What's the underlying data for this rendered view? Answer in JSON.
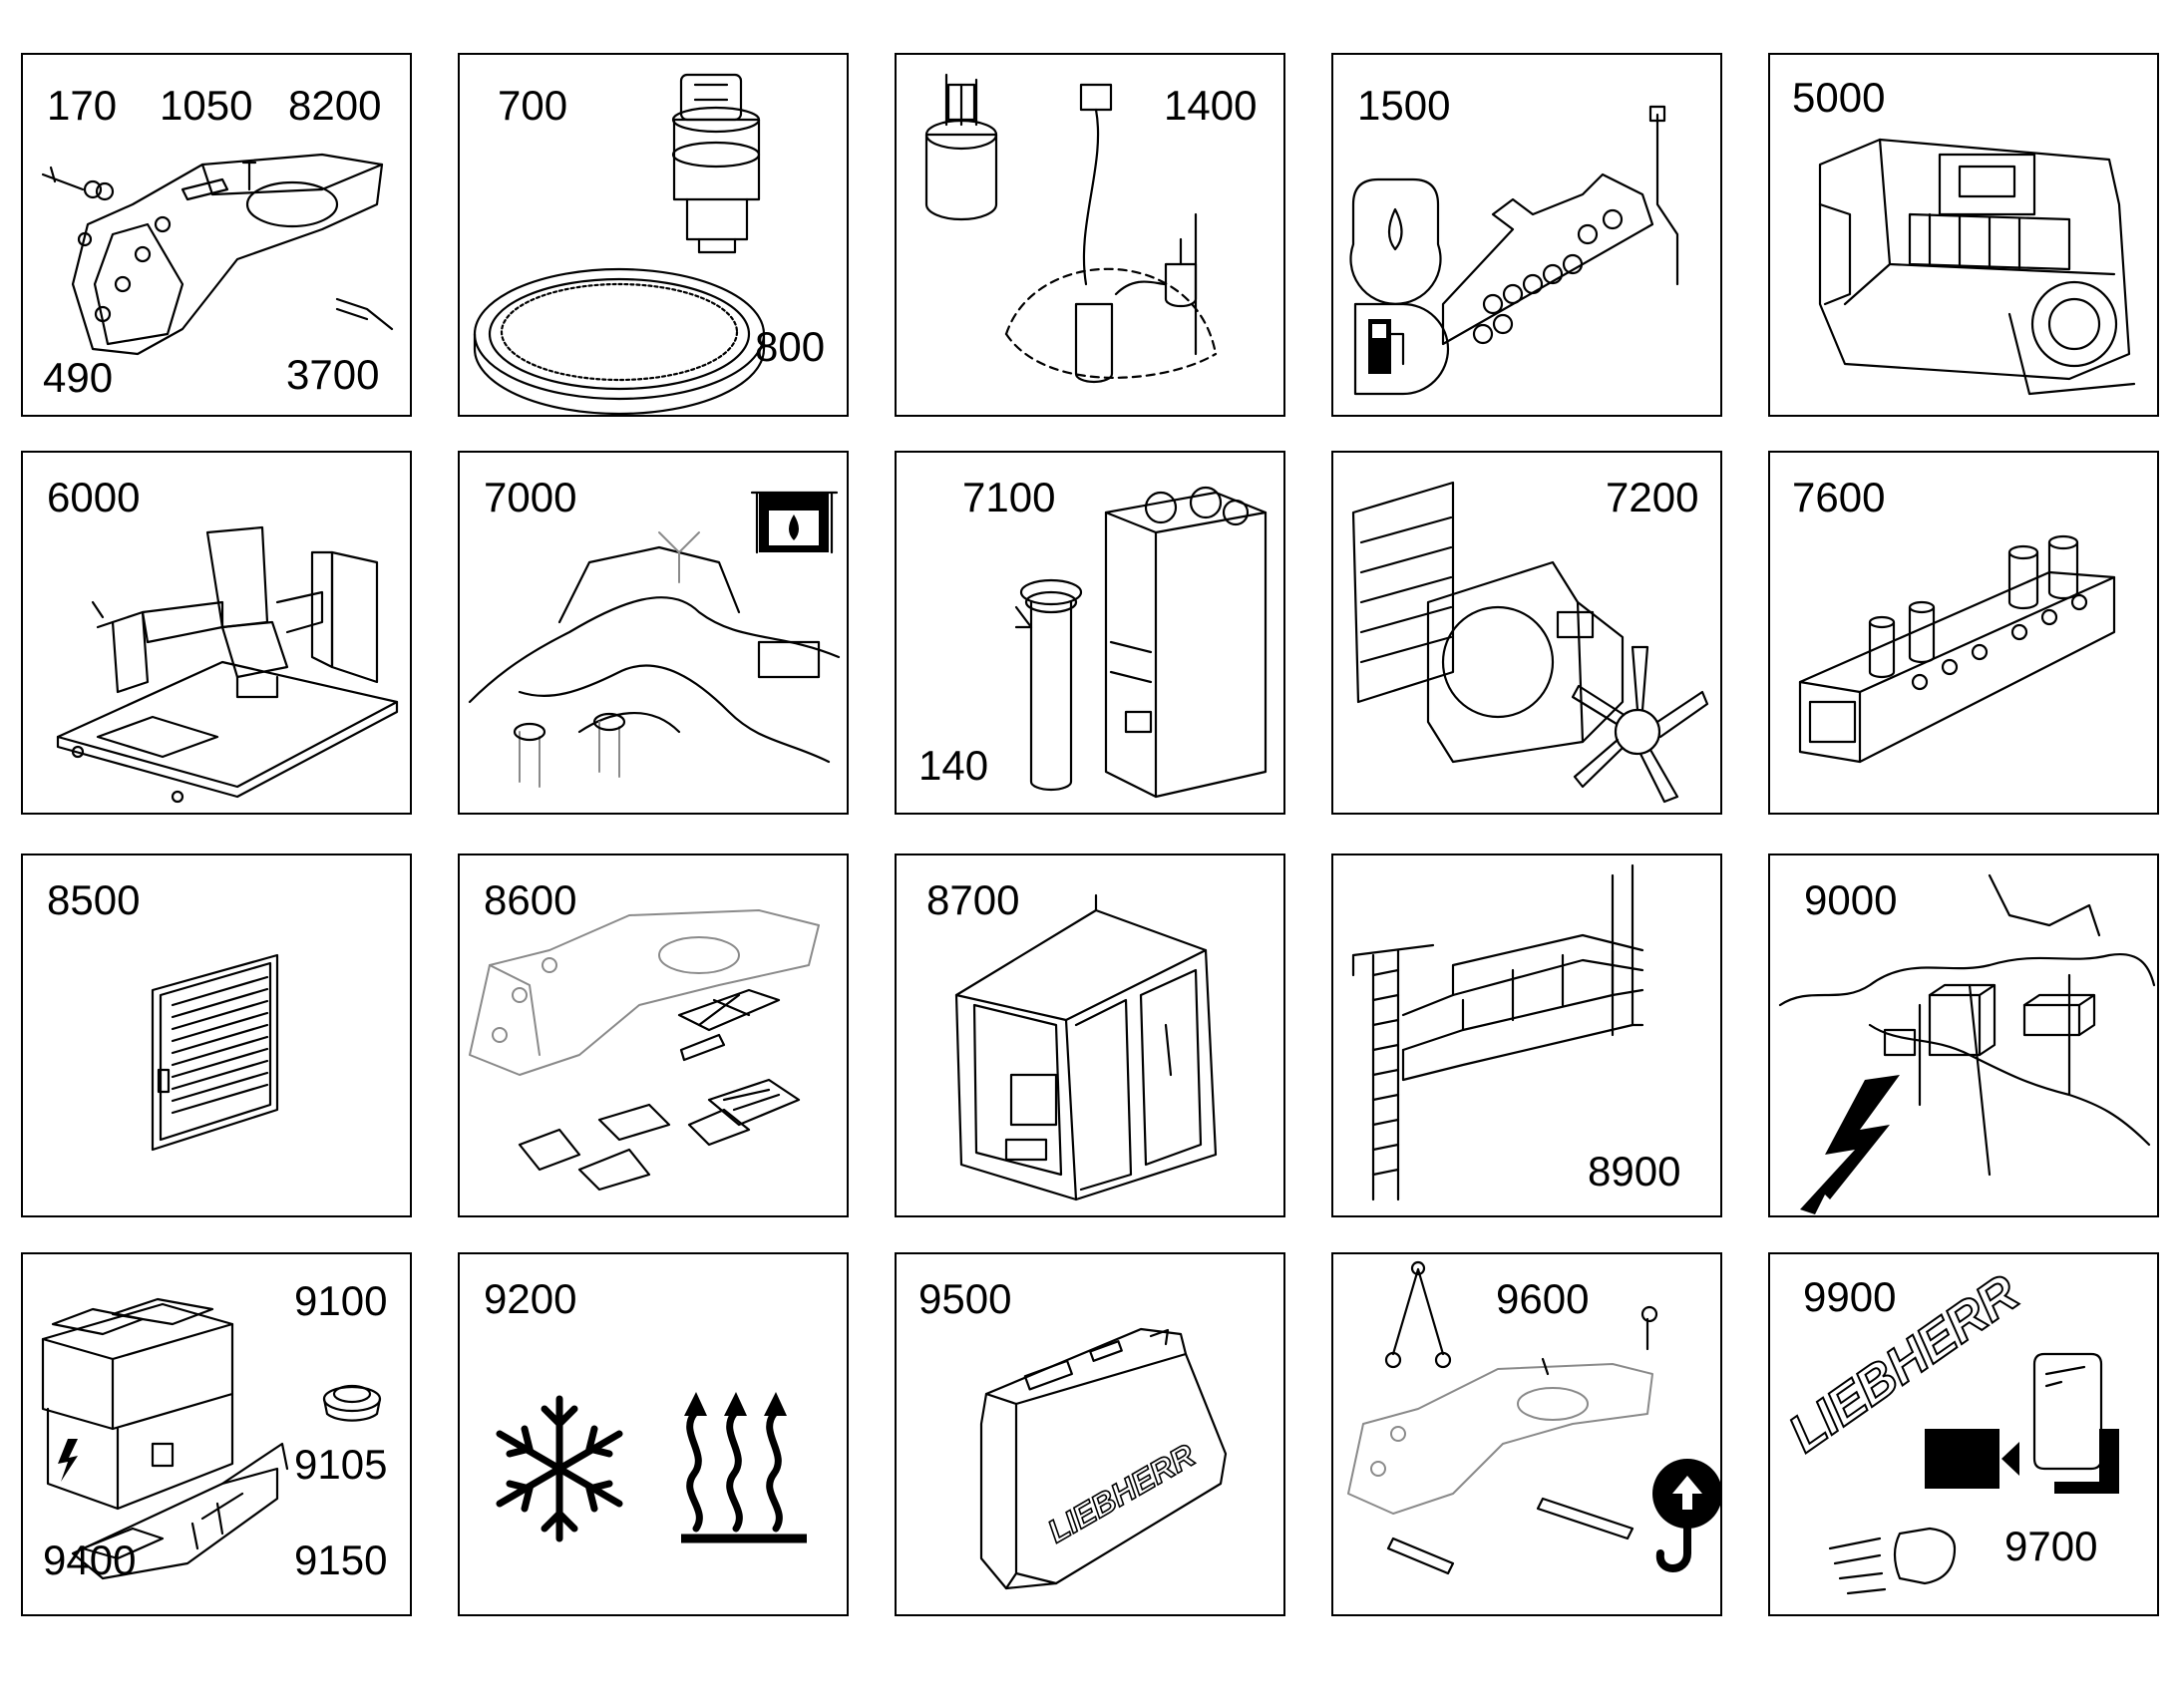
{
  "tiles": [
    {
      "labels": [
        "170",
        "1050",
        "8200",
        "490",
        "3700"
      ],
      "icon": "boom-swing-frame-icon"
    },
    {
      "labels": [
        "700",
        "800"
      ],
      "icon": "swing-ring-gear-icon"
    },
    {
      "labels": [
        "1400"
      ],
      "icon": "fuel-tank-pump-icon"
    },
    {
      "labels": [
        "1500"
      ],
      "icon": "engine-oil-fuel-sensors-icon"
    },
    {
      "labels": [
        "5000"
      ],
      "icon": "engine-unit-icon"
    },
    {
      "labels": [
        "6000"
      ],
      "icon": "operator-seat-platform-icon"
    },
    {
      "labels": [
        "7000"
      ],
      "icon": "hydraulic-lines-icon"
    },
    {
      "labels": [
        "7100",
        "140"
      ],
      "icon": "hydraulic-tank-filter-icon"
    },
    {
      "labels": [
        "7200"
      ],
      "icon": "radiator-fan-icon"
    },
    {
      "labels": [
        "7600"
      ],
      "icon": "control-valve-block-icon"
    },
    {
      "labels": [
        "8500"
      ],
      "icon": "access-door-grille-icon"
    },
    {
      "labels": [
        "8600"
      ],
      "icon": "frame-cover-plates-icon"
    },
    {
      "labels": [
        "8700"
      ],
      "icon": "operator-cab-icon"
    },
    {
      "labels": [
        "8900"
      ],
      "icon": "ladder-platform-icon"
    },
    {
      "labels": [
        "9000"
      ],
      "icon": "electrical-harness-icon"
    },
    {
      "labels": [
        "9100",
        "9105",
        "9400",
        "9150"
      ],
      "icon": "electrical-box-cover-icon"
    },
    {
      "labels": [
        "9200"
      ],
      "icon": "climate-snowflake-heat-icon"
    },
    {
      "labels": [
        "9500"
      ],
      "icon": "counterweight-icon"
    },
    {
      "labels": [
        "9600"
      ],
      "icon": "lifting-sling-hook-icon"
    },
    {
      "labels": [
        "9900",
        "9700"
      ],
      "icon": "brand-camera-mirror-light-icon",
      "brand": "LIEBHERR"
    }
  ],
  "brand_marks": {
    "counterweight": "LIEBHERR",
    "decal": "LIEBHERR"
  }
}
